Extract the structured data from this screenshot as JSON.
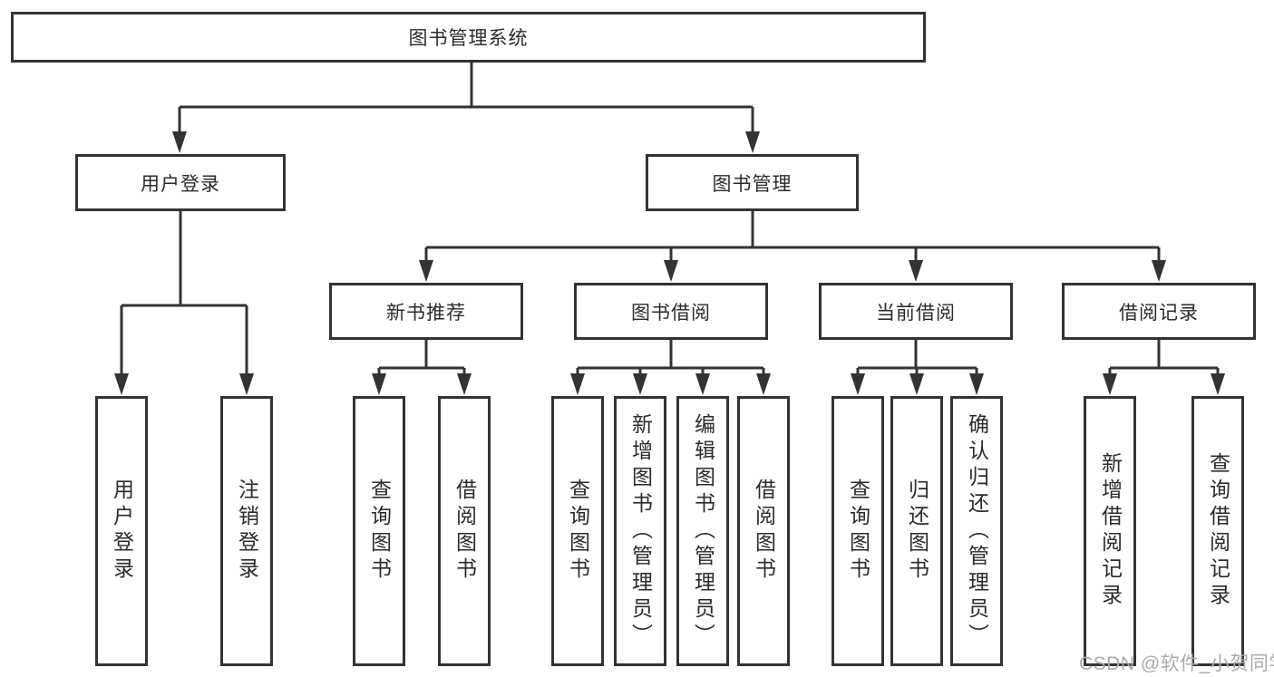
{
  "colors": {
    "background": "#ffffff",
    "line": "#333333",
    "box_border": "#333333",
    "text": "#2b2b2b",
    "watermark": "#ababab"
  },
  "watermark": {
    "text": "CSDN @软件_小贺同学"
  },
  "diagram": {
    "root": {
      "label": "图书管理系统",
      "children": [
        {
          "label": "用户登录",
          "children": [
            {
              "label": "用户登录"
            },
            {
              "label": "注销登录"
            }
          ]
        },
        {
          "label": "图书管理",
          "children": [
            {
              "label": "新书推荐",
              "children": [
                {
                  "label": "查询图书"
                },
                {
                  "label": "借阅图书"
                }
              ]
            },
            {
              "label": "图书借阅",
              "children": [
                {
                  "label": "查询图书"
                },
                {
                  "label": "新增图书（管理员）"
                },
                {
                  "label": "编辑图书（管理员）"
                },
                {
                  "label": "借阅图书"
                }
              ]
            },
            {
              "label": "当前借阅",
              "children": [
                {
                  "label": "查询图书"
                },
                {
                  "label": "归还图书"
                },
                {
                  "label": "确认归还（管理员）"
                }
              ]
            },
            {
              "label": "借阅记录",
              "children": [
                {
                  "label": "新增借阅记录"
                },
                {
                  "label": "查询借阅记录"
                }
              ]
            }
          ]
        }
      ]
    }
  }
}
